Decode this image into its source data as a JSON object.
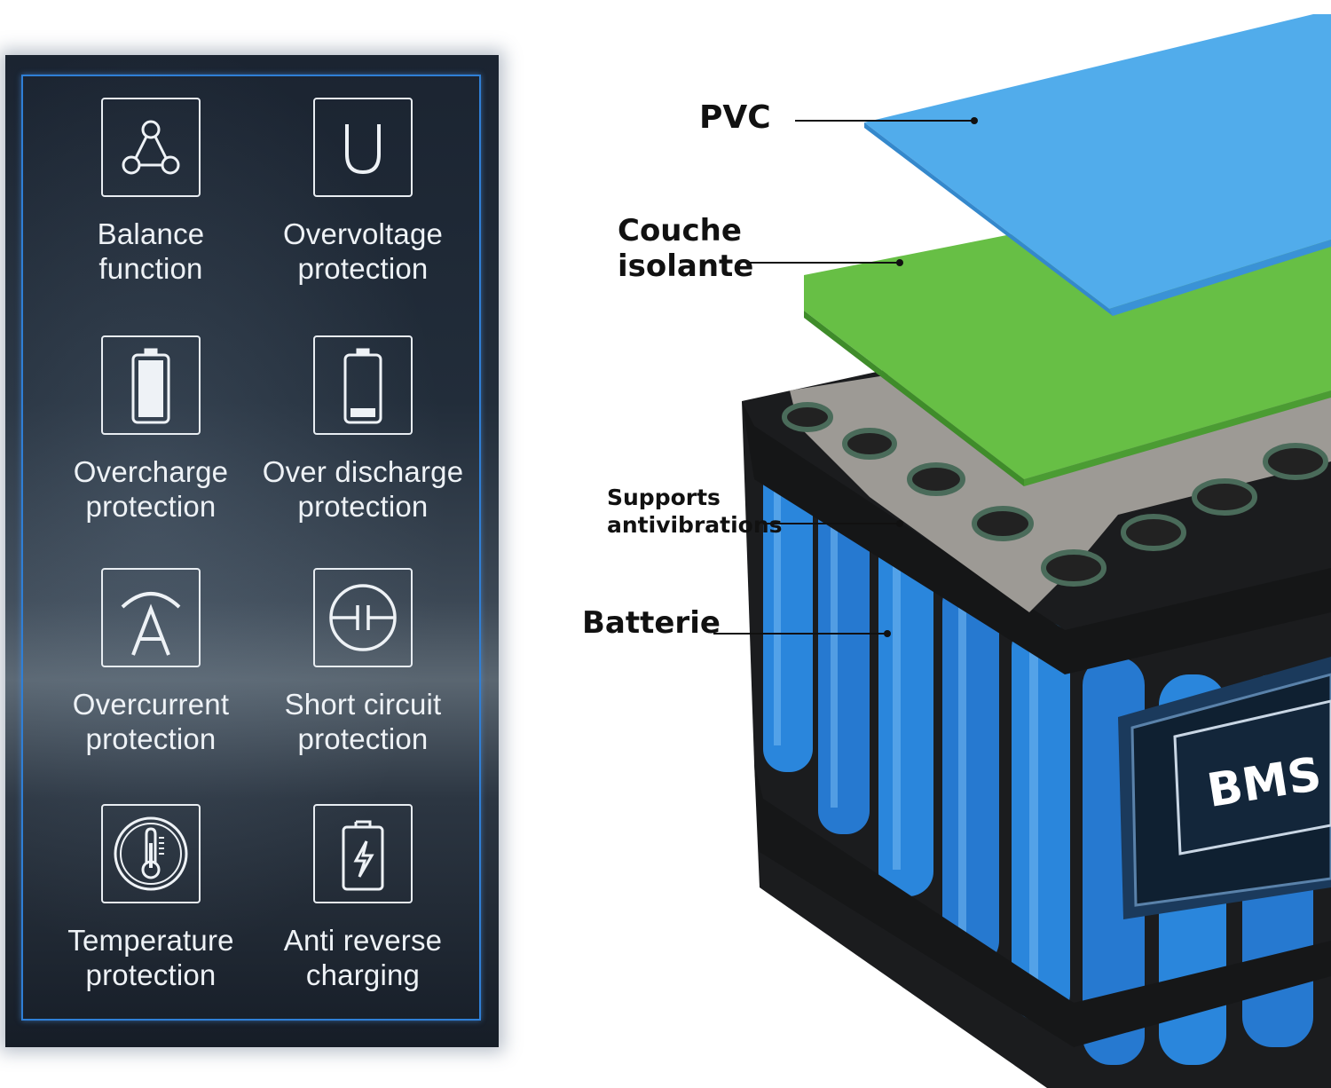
{
  "features": [
    {
      "label": "Balance\nfunction",
      "icon": "triangle-nodes-icon"
    },
    {
      "label": "Overvoltage\nprotection",
      "icon": "letter-u-icon"
    },
    {
      "label": "Overcharge\nprotection",
      "icon": "battery-full-icon"
    },
    {
      "label": "Over discharge\nprotection",
      "icon": "battery-low-icon"
    },
    {
      "label": "Overcurrent\nprotection",
      "icon": "letter-a-icon"
    },
    {
      "label": "Short circuit\nprotection",
      "icon": "short-circuit-icon"
    },
    {
      "label": "Temperature\nprotection",
      "icon": "thermometer-icon"
    },
    {
      "label": "Anti reverse\ncharging",
      "icon": "battery-bolt-icon"
    }
  ],
  "diagram": {
    "layers": [
      {
        "label": "PVC",
        "color": "#4facec"
      },
      {
        "label": "Couche\nisolante",
        "color": "#6cc04a"
      },
      {
        "label": "Supports\nantivibrations",
        "color": "#1d1d1d"
      },
      {
        "label": "Batterie",
        "color": "#2a7fd8"
      }
    ],
    "chip_label": "BMS"
  }
}
